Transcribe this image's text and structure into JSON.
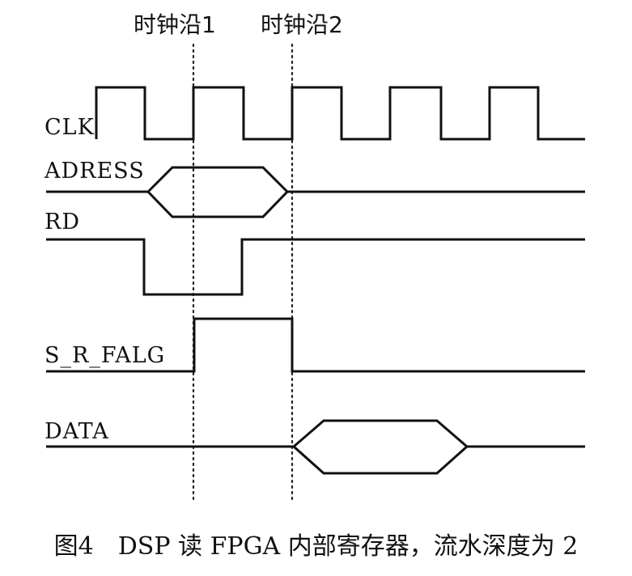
{
  "markers": [
    {
      "id": "edge1",
      "label": "时钟沿1"
    },
    {
      "id": "edge2",
      "label": "时钟沿2"
    }
  ],
  "signals": [
    {
      "id": "clk",
      "name": "CLK"
    },
    {
      "id": "address",
      "name": "ADRESS"
    },
    {
      "id": "rd",
      "name": "RD"
    },
    {
      "id": "s_r_flag",
      "name": "S_R_FALG"
    },
    {
      "id": "data",
      "name": "DATA"
    }
  ],
  "caption": "图4　DSP 读 FPGA 内部寄存器，流水深度为 2"
}
